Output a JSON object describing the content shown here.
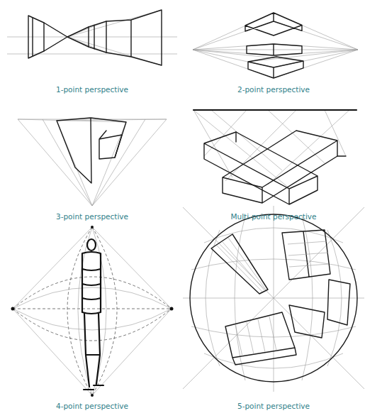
{
  "diagram": {
    "labels": [
      "1-point perspective",
      "2-point perspective",
      "3-point perspective",
      "Multi-point perspective",
      "4-point perspective",
      "5-point perspective"
    ]
  }
}
